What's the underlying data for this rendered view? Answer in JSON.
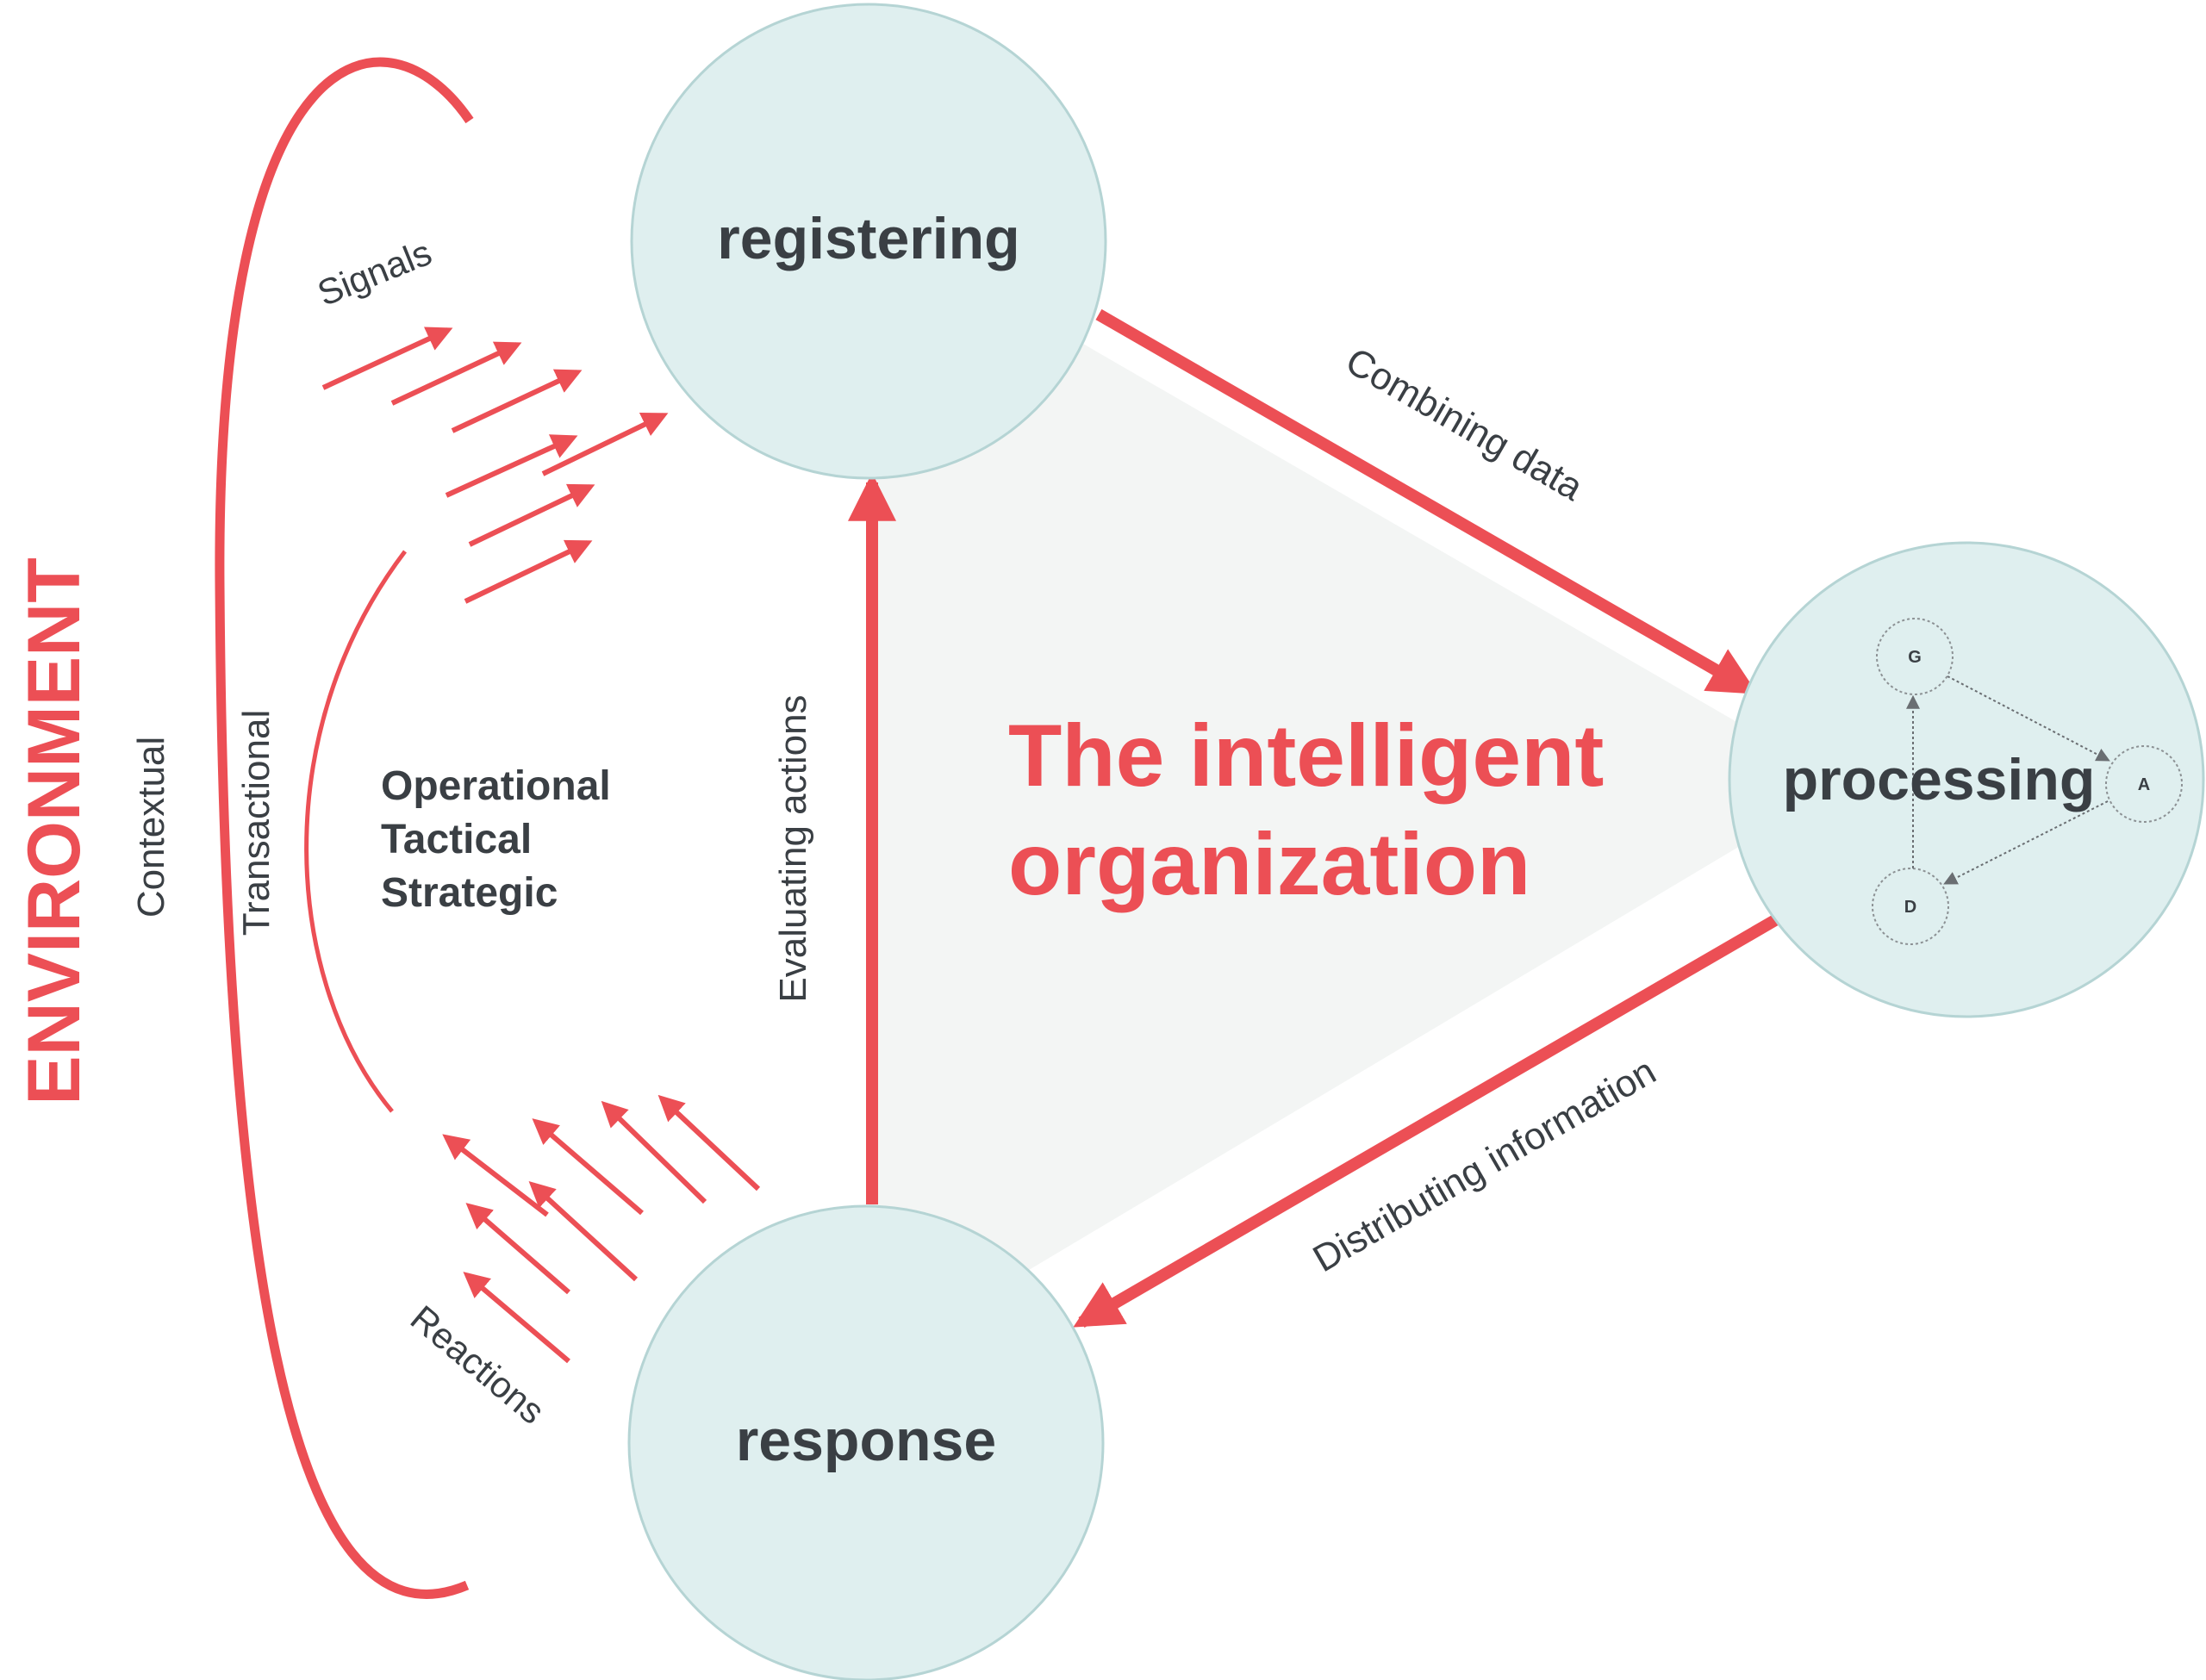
{
  "environment": "ENVIRONMENT",
  "context_levels": [
    "Contextual",
    "Transactional"
  ],
  "signals": "Signals",
  "reactions": "Reactions",
  "levels": [
    "Operational",
    "Tactical",
    "Strategic"
  ],
  "nodes": {
    "registering": "registering",
    "processing": "processing",
    "response": "response"
  },
  "edges": {
    "combining": "Combining data",
    "distributing": "Distributing information",
    "evaluating": "Evaluating actions"
  },
  "center_title": [
    "The intelligent",
    "organization"
  ],
  "mini_graph": [
    "G",
    "A",
    "D"
  ],
  "colors": {
    "accent": "#ec4f55",
    "node_fill": "#dfefef",
    "node_stroke": "#b5d4d4",
    "triangle_fill": "#f3f5f4",
    "text": "#3a3f44"
  }
}
